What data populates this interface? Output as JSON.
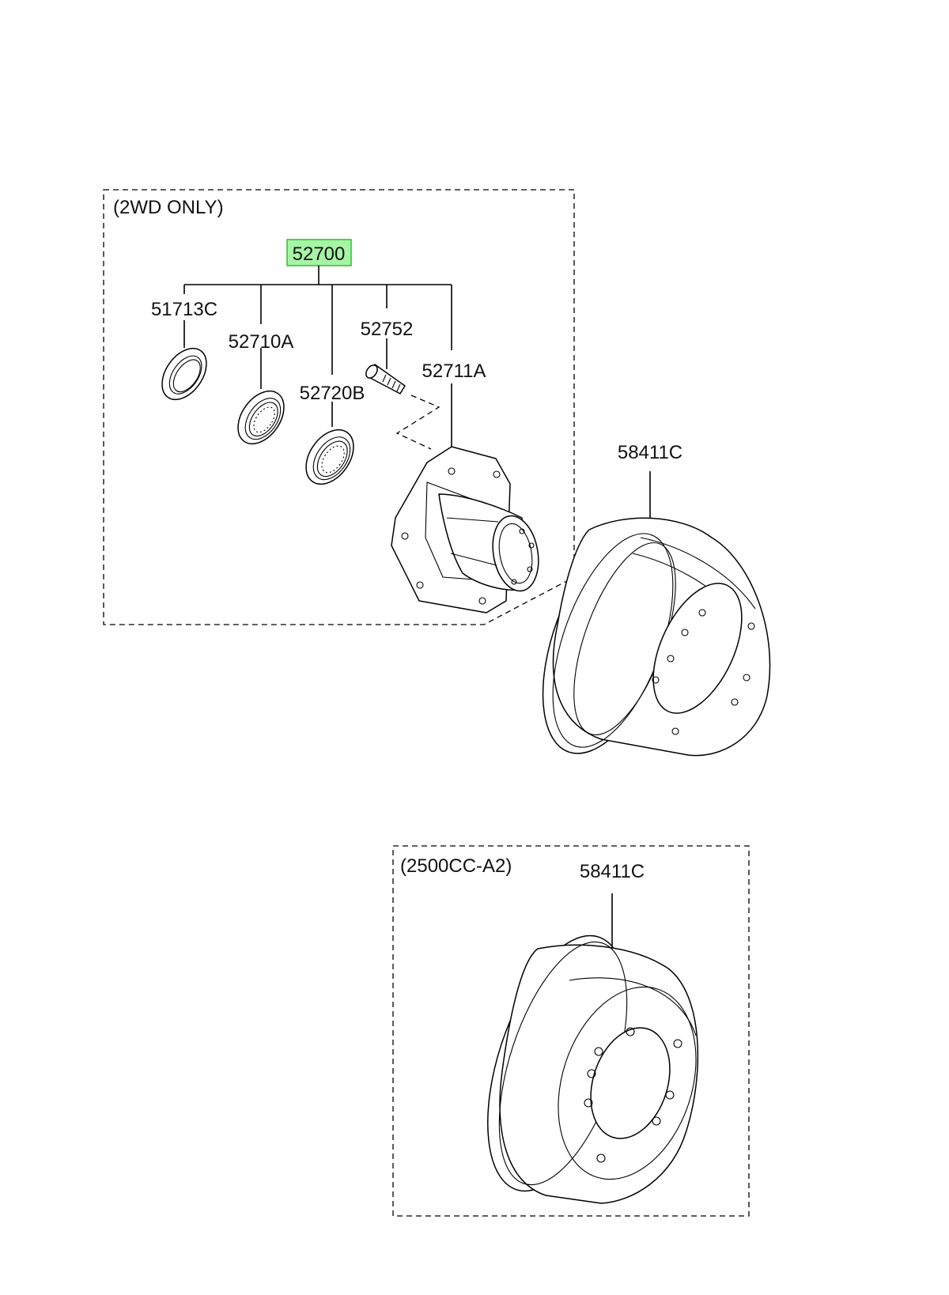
{
  "groups": {
    "two_wd": "(2WD ONLY)",
    "engine_2500": "(2500CC-A2)"
  },
  "parts": {
    "hub_assembly": "52700",
    "oil_seal": "51713C",
    "outer_bearing": "52710A",
    "stud_bolt": "52752",
    "inner_bearing": "52720B",
    "hub": "52711A",
    "drum_upper": "58411C",
    "drum_lower": "58411C"
  },
  "colors": {
    "highlight_fill": "#a6f5a6",
    "highlight_border": "#2fbf2f",
    "line": "#000000"
  }
}
